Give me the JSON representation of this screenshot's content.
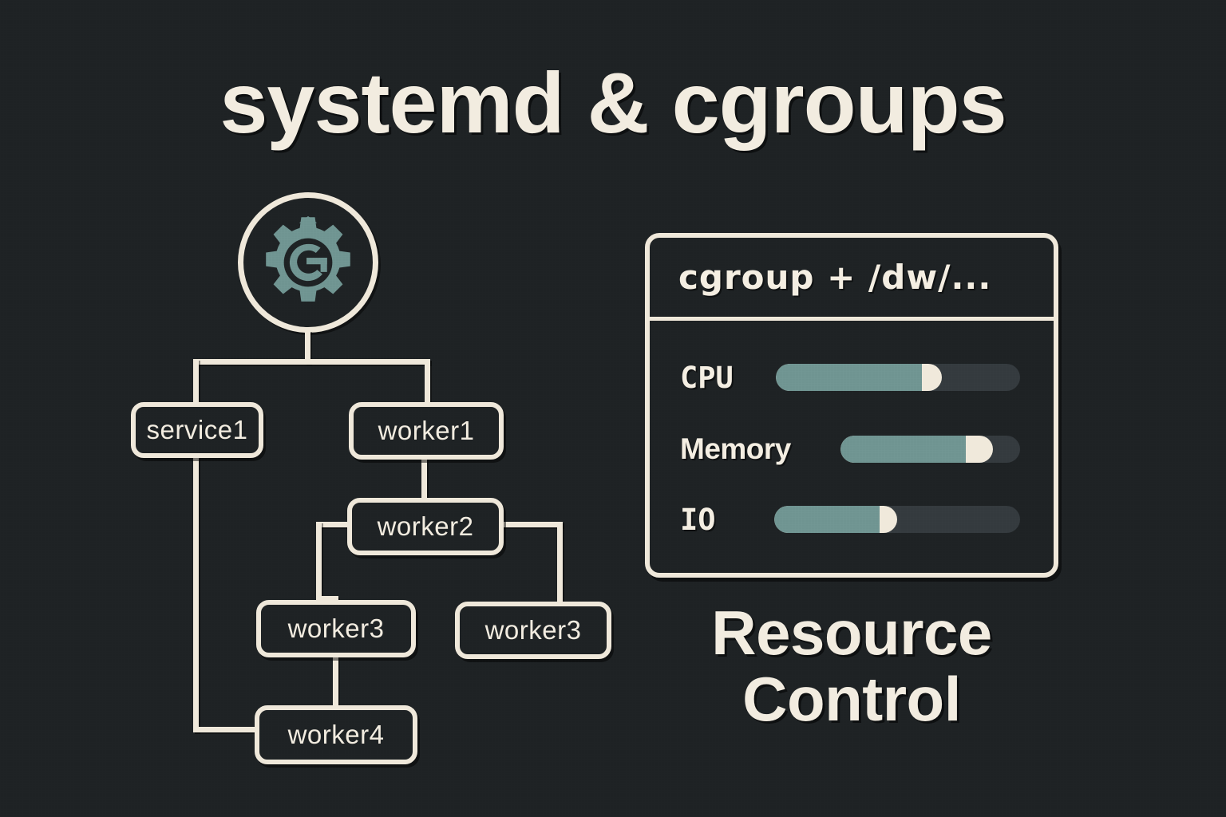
{
  "meta": {
    "background_color": "#1e2224",
    "ink_color": "#f2ece0",
    "accent_color": "#6f9491",
    "track_color": "#343a3e"
  },
  "title": "systemd & cgroups",
  "gear": {
    "icon": "gear-g-icon",
    "letter": "G",
    "color": "#6f9491"
  },
  "tree": {
    "nodes": [
      {
        "id": "service1",
        "label": "service1"
      },
      {
        "id": "worker1",
        "label": "worker1"
      },
      {
        "id": "worker2",
        "label": "worker2"
      },
      {
        "id": "worker3a",
        "label": "worker3"
      },
      {
        "id": "worker3b",
        "label": "worker3"
      },
      {
        "id": "worker4",
        "label": "worker4"
      }
    ]
  },
  "panel": {
    "title": "cgroup + /dw/...",
    "resources": [
      {
        "name": "CPU",
        "label": "CPU",
        "percent": 60,
        "cap_percent": 8
      },
      {
        "name": "Memory",
        "label": "Memory",
        "percent": 69,
        "cap_percent": 15
      },
      {
        "name": "IO",
        "label": "IO",
        "percent": 43,
        "cap_percent": 7
      }
    ]
  },
  "caption": {
    "line1": "Resource",
    "line2": "Control"
  }
}
